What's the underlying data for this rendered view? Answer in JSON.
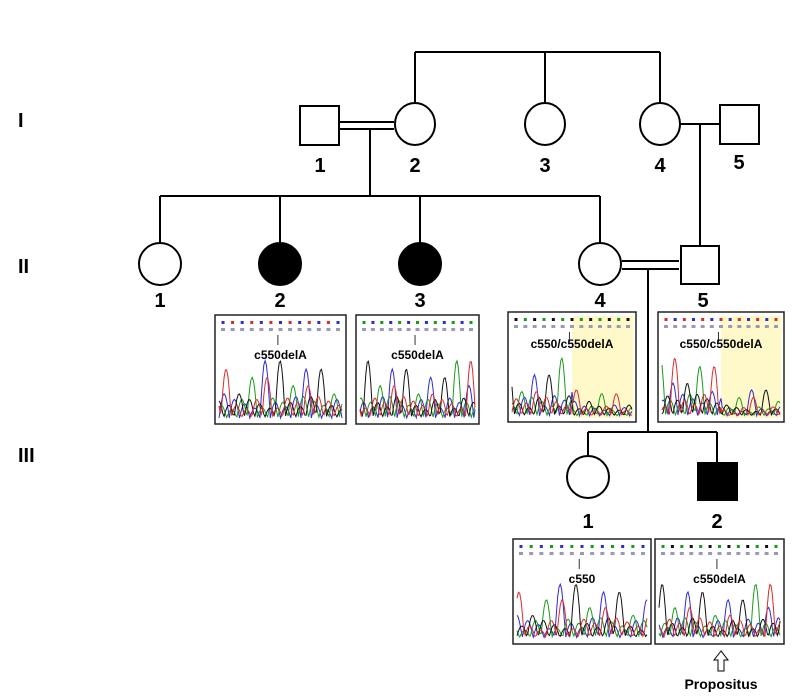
{
  "generations": [
    "I",
    "II",
    "III"
  ],
  "individuals": [
    {
      "id": "I-1",
      "label": "1",
      "sex": "male",
      "affected": false
    },
    {
      "id": "I-2",
      "label": "2",
      "sex": "female",
      "affected": false
    },
    {
      "id": "I-3",
      "label": "3",
      "sex": "female",
      "affected": false
    },
    {
      "id": "I-4",
      "label": "4",
      "sex": "female",
      "affected": false
    },
    {
      "id": "I-5",
      "label": "5",
      "sex": "male",
      "affected": false
    },
    {
      "id": "II-1",
      "label": "1",
      "sex": "female",
      "affected": false
    },
    {
      "id": "II-2",
      "label": "2",
      "sex": "female",
      "affected": true
    },
    {
      "id": "II-3",
      "label": "3",
      "sex": "female",
      "affected": true
    },
    {
      "id": "II-4",
      "label": "4",
      "sex": "female",
      "affected": false
    },
    {
      "id": "II-5",
      "label": "5",
      "sex": "male",
      "affected": false
    },
    {
      "id": "III-1",
      "label": "1",
      "sex": "female",
      "affected": false
    },
    {
      "id": "III-2",
      "label": "2",
      "sex": "male",
      "affected": true
    }
  ],
  "sequence_panels": [
    {
      "id": "II-2",
      "mutation": "c550delA",
      "heterozygous": false
    },
    {
      "id": "II-3",
      "mutation": "c550delA",
      "heterozygous": false
    },
    {
      "id": "II-4",
      "mutation": "c550/c550delA",
      "heterozygous": true
    },
    {
      "id": "II-5",
      "mutation": "c550/c550delA",
      "heterozygous": true
    },
    {
      "id": "III-1",
      "mutation": "c550",
      "heterozygous": false
    },
    {
      "id": "III-2",
      "mutation": "c550delA",
      "heterozygous": false
    }
  ],
  "propositus": {
    "label": "Propositus",
    "individual": "III-2"
  },
  "colors": {
    "line": "#000000",
    "affected_fill": "#000000",
    "unaffected_fill": "#ffffff",
    "highlight": "#fff8c8"
  }
}
